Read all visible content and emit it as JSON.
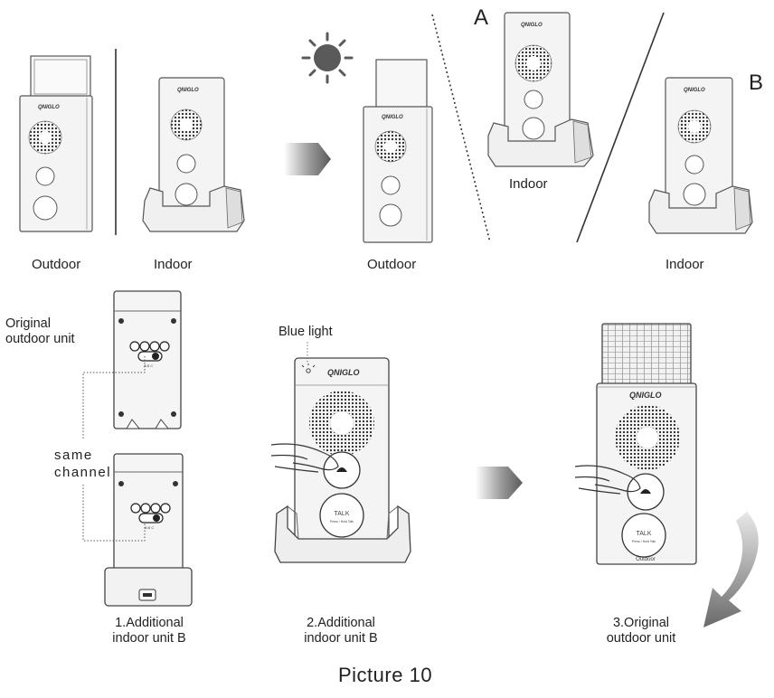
{
  "labels": {
    "outdoor": "Outdoor",
    "indoor": "Indoor",
    "letter_a": "A",
    "letter_b": "B",
    "original_outdoor_unit": "Original\noutdoor unit",
    "same_channel": "same\nchannel",
    "blue_light": "Blue light",
    "step1": "1.Additional\nindoor unit B",
    "step2": "2.Additional\nindoor unit B",
    "step3": "3.Original\noutdoor unit",
    "caption": "Picture 10"
  },
  "device": {
    "brand": "QNIGLO",
    "talk_button": "TALK",
    "talk_sub": "Press / Hold Talk",
    "outdoor_tag": "Outdoor"
  },
  "icons": [
    "sun-icon",
    "gradient-arrow-icon",
    "curved-arrow-icon",
    "bell-icon",
    "blue-light-icon"
  ],
  "colors": {
    "device_body": "#f4f4f4",
    "outline": "#555555",
    "arrow_gray": "#8a8a8a",
    "sun": "#5a5a5a"
  }
}
